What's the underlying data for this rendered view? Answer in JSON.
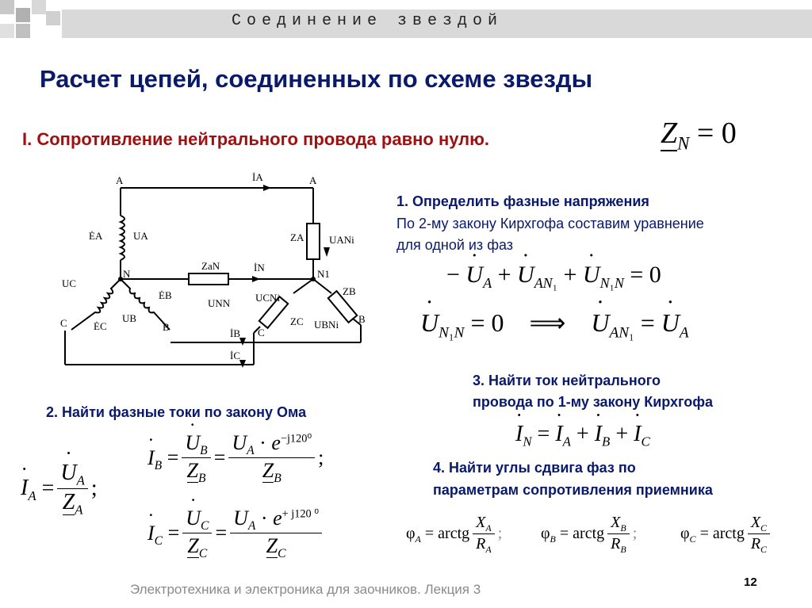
{
  "header": {
    "title": "Соединение звездой"
  },
  "main_title": "Расчет цепей, соединенных по схеме звезды",
  "section": {
    "title": "I. Сопротивление нейтрального провода равно нулю.",
    "condition": "Z_N = 0"
  },
  "circuit": {
    "labels": [
      "A",
      "A",
      "N",
      "N1",
      "B",
      "C",
      "C",
      "B",
      "İA",
      "ĖA",
      "UA",
      "ZA",
      "UANi",
      "ZaN",
      "İN",
      "UNN",
      "ĖB",
      "UC",
      "ĖC",
      "UB",
      "UCNi",
      "ZC",
      "ZB",
      "UBNi",
      "İB",
      "İC"
    ]
  },
  "step1": {
    "title": "1. Определить фазные напряжения",
    "text1": "По 2-му закону Кирхгофа составим уравнение",
    "text2": "для одной из фаз"
  },
  "step2": {
    "title": "2. Найти фазные токи по закону Ома"
  },
  "step3": {
    "title_line1": "3. Найти ток нейтрального",
    "title_line2": "провода по 1-му закону Кирхгофа"
  },
  "step4": {
    "title_line1": "4. Найти углы сдвига фаз по",
    "title_line2": "параметрам сопротивления приемника"
  },
  "formulas": {
    "exp_b": "−j120⁰",
    "exp_c": "+ j120 ⁰",
    "arctg": "arctg"
  },
  "footer": {
    "text": "Электротехника и электроника для заочников. Лекция 3",
    "page": "12"
  }
}
